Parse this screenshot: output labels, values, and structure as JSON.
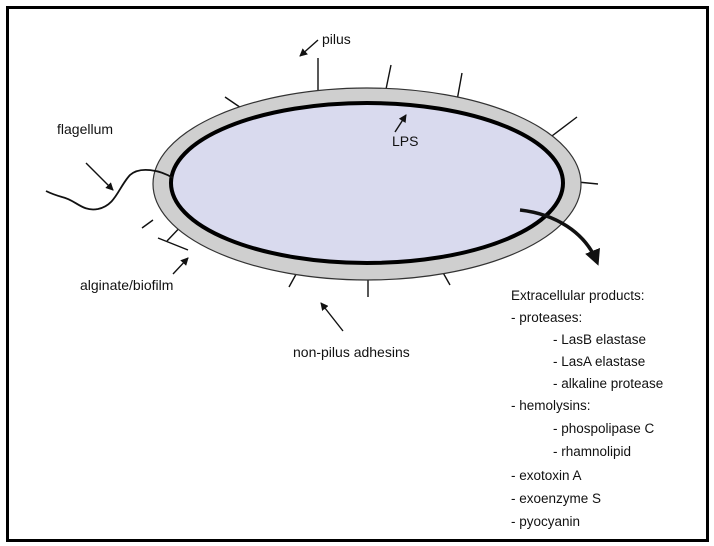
{
  "labels": {
    "pilus": "pilus",
    "lps": "LPS",
    "flagellum": "flagellum",
    "alginate_biofilm": "alginate/biofilm",
    "non_pilus_adhesins": "non-pilus adhesins"
  },
  "extracellular": {
    "heading": "Extracellular products:",
    "items": [
      "- proteases:",
      "- LasB elastase",
      "- LasA elastase",
      "- alkaline protease",
      "- hemolysins:",
      "- phospolipase C",
      "- rhamnolipid",
      "- exotoxin A",
      "- exoenzyme S",
      "- pyocyanin"
    ]
  },
  "colors": {
    "frame": "#000000",
    "capsule": "#cfcfcf",
    "cytoplasm": "#d9daee",
    "ink": "#111111"
  }
}
